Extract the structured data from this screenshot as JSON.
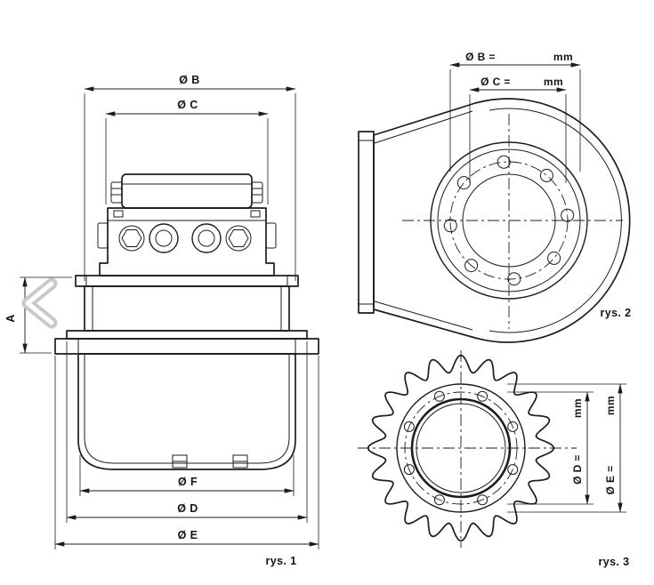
{
  "colors": {
    "line": "#1c1c1c",
    "chevron": "#c9c9c9"
  },
  "icons": {
    "prev_chevron": "chevron-left"
  },
  "figures": {
    "fig1": {
      "caption": "rys. 1",
      "dims": {
        "b": "Ø B",
        "c": "Ø C",
        "a": "A",
        "f": "Ø F",
        "d": "Ø D",
        "e": "Ø E"
      }
    },
    "fig2": {
      "caption": "rys. 2",
      "dims": {
        "b_label": "Ø B =",
        "b_unit": "mm",
        "c_label": "Ø C =",
        "c_unit": "mm"
      }
    },
    "fig3": {
      "caption": "rys. 3",
      "dims": {
        "d_label": "Ø D =",
        "d_unit": "mm",
        "e_label": "Ø E =",
        "e_unit": "mm"
      }
    }
  }
}
